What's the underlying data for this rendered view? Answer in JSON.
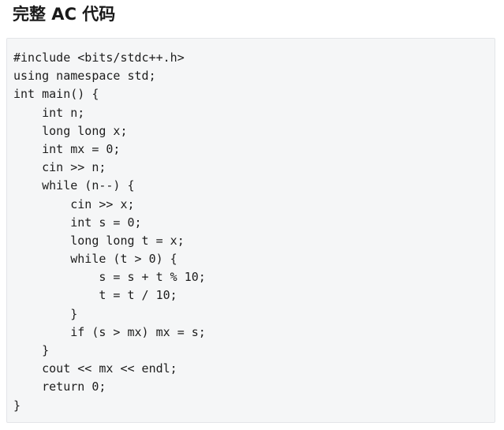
{
  "section": {
    "title": "完整 AC 代码"
  },
  "code": {
    "lines": [
      "#include <bits/stdc++.h>",
      "using namespace std;",
      "int main() {",
      "    int n;",
      "    long long x;",
      "    int mx = 0;",
      "    cin >> n;",
      "    while (n--) {",
      "        cin >> x;",
      "        int s = 0;",
      "        long long t = x;",
      "        while (t > 0) {",
      "            s = s + t % 10;",
      "            t = t / 10;",
      "        }",
      "        if (s > mx) mx = s;",
      "    }",
      "    cout << mx << endl;",
      "    return 0;",
      "}"
    ]
  },
  "colors": {
    "code_background": "#f5f6f7",
    "code_border": "#e3e5e8",
    "text": "#1d1d1d"
  }
}
